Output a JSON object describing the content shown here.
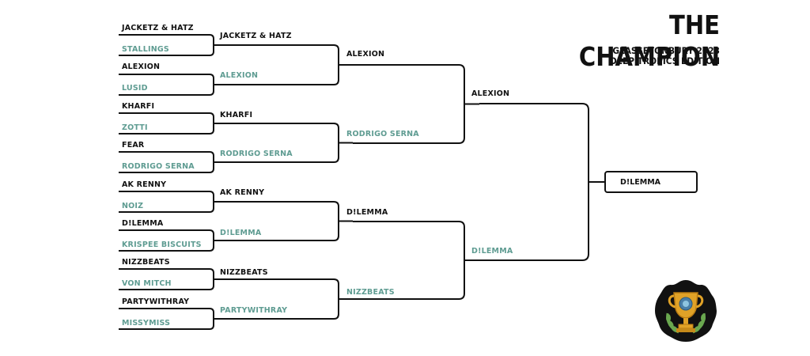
{
  "header": {
    "title": "THE CHAMPION",
    "subtitle_line1": "GLASSETONBURY 2023",
    "subtitle_line2": "DEEP TROPICS EDITION"
  },
  "colors": {
    "winner": "#111111",
    "loser": "#5f9c92",
    "line": "#111111"
  },
  "round1": [
    {
      "name": "JACKETZ & HATZ",
      "status": "winner"
    },
    {
      "name": "STALLINGS",
      "status": "loser"
    },
    {
      "name": "ALEXION",
      "status": "winner"
    },
    {
      "name": "LUSID",
      "status": "loser"
    },
    {
      "name": "KHARFI",
      "status": "winner"
    },
    {
      "name": "ZOTTI",
      "status": "loser"
    },
    {
      "name": "FEAR",
      "status": "winner"
    },
    {
      "name": "RODRIGO SERNA",
      "status": "loser"
    },
    {
      "name": "AK RENNY",
      "status": "winner"
    },
    {
      "name": "NOIZ",
      "status": "loser"
    },
    {
      "name": "D!LEMMA",
      "status": "winner"
    },
    {
      "name": "KRISPEE BISCUITS",
      "status": "loser"
    },
    {
      "name": "NIZZBEATS",
      "status": "winner"
    },
    {
      "name": "VON MITCH",
      "status": "loser"
    },
    {
      "name": "PARTYWITHRAY",
      "status": "winner"
    },
    {
      "name": "MISSYMISS",
      "status": "loser"
    }
  ],
  "round2": [
    {
      "name": "JACKETZ & HATZ",
      "status": "winner"
    },
    {
      "name": "ALEXION",
      "status": "loser"
    },
    {
      "name": "KHARFI",
      "status": "winner"
    },
    {
      "name": "RODRIGO SERNA",
      "status": "loser"
    },
    {
      "name": "AK RENNY",
      "status": "winner"
    },
    {
      "name": "D!LEMMA",
      "status": "loser"
    },
    {
      "name": "NIZZBEATS",
      "status": "winner"
    },
    {
      "name": "PARTYWITHRAY",
      "status": "loser"
    }
  ],
  "round3": [
    {
      "name": "ALEXION",
      "status": "winner"
    },
    {
      "name": "RODRIGO SERNA",
      "status": "loser"
    },
    {
      "name": "D!LEMMA",
      "status": "winner"
    },
    {
      "name": "NIZZBEATS",
      "status": "loser"
    }
  ],
  "round4": [
    {
      "name": "ALEXION",
      "status": "winner"
    },
    {
      "name": "D!LEMMA",
      "status": "loser"
    }
  ],
  "champion": {
    "name": "D!LEMMA"
  },
  "badge": {
    "icon": "trophy-icon"
  }
}
